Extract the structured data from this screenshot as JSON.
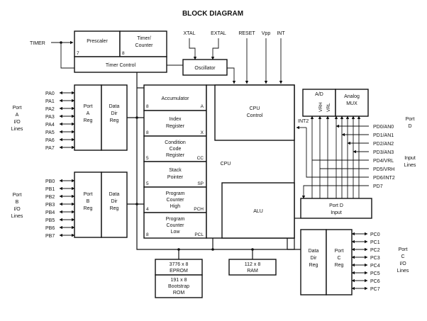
{
  "title": "BLOCK DIAGRAM",
  "inputs": {
    "timer": "TIMER",
    "xtal": "XTAL",
    "extal": "EXTAL",
    "reset": "RESET",
    "vpp": "Vpp",
    "int": "INT"
  },
  "blocks": {
    "prescaler": "Prescaler",
    "prescaler_bit": "7",
    "timer_counter": [
      "Timer/",
      "Counter"
    ],
    "timer_counter_bit": "8",
    "timer_control": "Timer Control",
    "oscillator": "Oscillator",
    "accumulator": "Accumulator",
    "acc_bits": "8",
    "acc_tag": "A",
    "index": [
      "Index",
      "Register"
    ],
    "index_bits": "8",
    "index_tag": "X",
    "ccr": [
      "Condition",
      "Code",
      "Register"
    ],
    "ccr_bits": "5",
    "ccr_tag": "CC",
    "stack": [
      "Stack",
      "Pointer"
    ],
    "stack_bits": "5",
    "stack_tag": "SP",
    "pch": [
      "Program",
      "Counter",
      "High"
    ],
    "pch_bits": "4",
    "pch_tag": "PCH",
    "pcl": [
      "Program",
      "Counter",
      "Low"
    ],
    "pcl_bits": "8",
    "pcl_tag": "PCL",
    "cpu": "CPU",
    "cpu_control": [
      "CPU",
      "Control"
    ],
    "alu": "ALU",
    "ad": "A/D",
    "vrh": "VRH",
    "vrl": "VRL",
    "analog_mux": [
      "Analog",
      "MUX"
    ],
    "int2": "INT2",
    "port_d_input": [
      "Port D",
      "Input"
    ],
    "eprom": [
      "3776 x 8",
      "EPROM"
    ],
    "bootstrap": [
      "191 x 8",
      "Bootstrap",
      "ROM"
    ],
    "ram": [
      "112 x 8",
      "RAM"
    ],
    "port_a_reg": [
      "Port",
      "A",
      "Reg"
    ],
    "port_a_ddr": [
      "Data",
      "Dir",
      "Reg"
    ],
    "port_b_reg": [
      "Port",
      "B",
      "Reg"
    ],
    "port_b_ddr": [
      "Data",
      "Dir",
      "Reg"
    ],
    "port_c_ddr": [
      "Data",
      "Dir",
      "Reg"
    ],
    "port_c_reg": [
      "Port",
      "C",
      "Reg"
    ]
  },
  "port_a": {
    "pins": [
      "PA0",
      "PA1",
      "PA2",
      "PA3",
      "PA4",
      "PA5",
      "PA6",
      "PA7"
    ],
    "caption": [
      "Port",
      "A",
      "I/O",
      "Lines"
    ]
  },
  "port_b": {
    "pins": [
      "PB0",
      "PB1",
      "PB2",
      "PB3",
      "PB4",
      "PB5",
      "PB6",
      "PB7"
    ],
    "caption": [
      "Port",
      "B",
      "I/O",
      "Lines"
    ]
  },
  "port_c": {
    "pins": [
      "PC0",
      "PC1",
      "PC2",
      "PC3",
      "PC4",
      "PC5",
      "PC6",
      "PC7"
    ],
    "caption": [
      "Port",
      "C",
      "I/O",
      "Lines"
    ]
  },
  "port_d": {
    "pins": [
      "PD0/AN0",
      "PD1/AN1",
      "PD2/AN2",
      "PD3/AN3",
      "PD4/VRL",
      "PD5/VRH",
      "PD6/INT2",
      "PD7"
    ],
    "caption": [
      "Port",
      "D",
      "Input",
      "Lines"
    ]
  }
}
